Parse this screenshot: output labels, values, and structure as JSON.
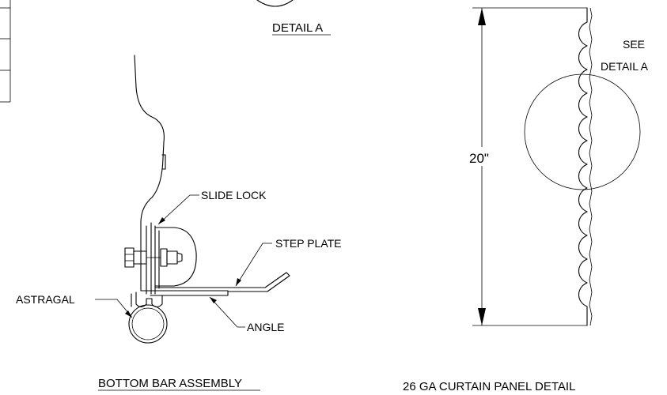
{
  "detail_a_title": "DETAIL A",
  "bottom_bar": {
    "title": "BOTTOM BAR ASSEMBLY",
    "callouts": {
      "slide_lock": "SLIDE LOCK",
      "step_plate": "STEP PLATE",
      "astragal": "ASTRAGAL",
      "angle": "ANGLE"
    }
  },
  "curtain_panel": {
    "title": "26 GA CURTAIN PANEL DETAIL",
    "dimension": "20\"",
    "see_detail_line1": "SEE",
    "see_detail_line2": "DETAIL A"
  }
}
